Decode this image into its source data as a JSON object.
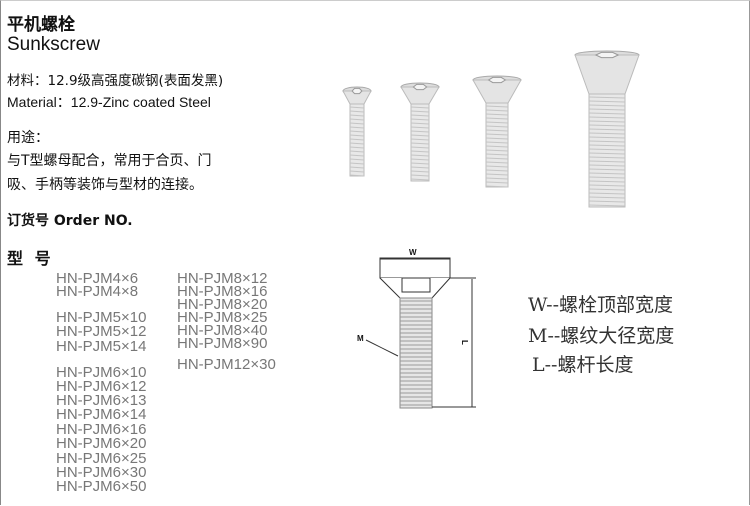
{
  "title_cn": "平机螺栓",
  "title_en": "Sunkscrew",
  "material_cn": "材料：12.9级高强度碳钢(表面发黑)",
  "material_en": "Material：12.9-Zinc coated Steel",
  "usage_label": "用途：",
  "usage_line1": "与T型螺母配合，常用于合页、门",
  "usage_line2": "吸、手柄等装饰与型材的连接。",
  "order_label": "订货号 Order NO.",
  "model_label": "型 号",
  "models_col1": [
    "HN-PJM4×6",
    "HN-PJM4×8",
    "HN-PJM5×10",
    "HN-PJM5×12",
    "HN-PJM5×14",
    "HN-PJM6×10",
    "HN-PJM6×12",
    "HN-PJM6×13",
    "HN-PJM6×14",
    "HN-PJM6×16",
    "HN-PJM6×20",
    "HN-PJM6×25",
    "HN-PJM6×30",
    "HN-PJM6×50"
  ],
  "models_col2": [
    "HN-PJM8×12",
    "HN-PJM8×16",
    "HN-PJM8×20",
    "HN-PJM8×25",
    "HN-PJM8×40",
    "HN-PJM8×90",
    "HN-PJM12×30"
  ],
  "diagram": {
    "w": "W",
    "m": "M",
    "l": "L"
  },
  "legend": [
    "W--螺栓顶部宽度",
    "M--螺纹大径宽度",
    "L--螺杆长度"
  ]
}
